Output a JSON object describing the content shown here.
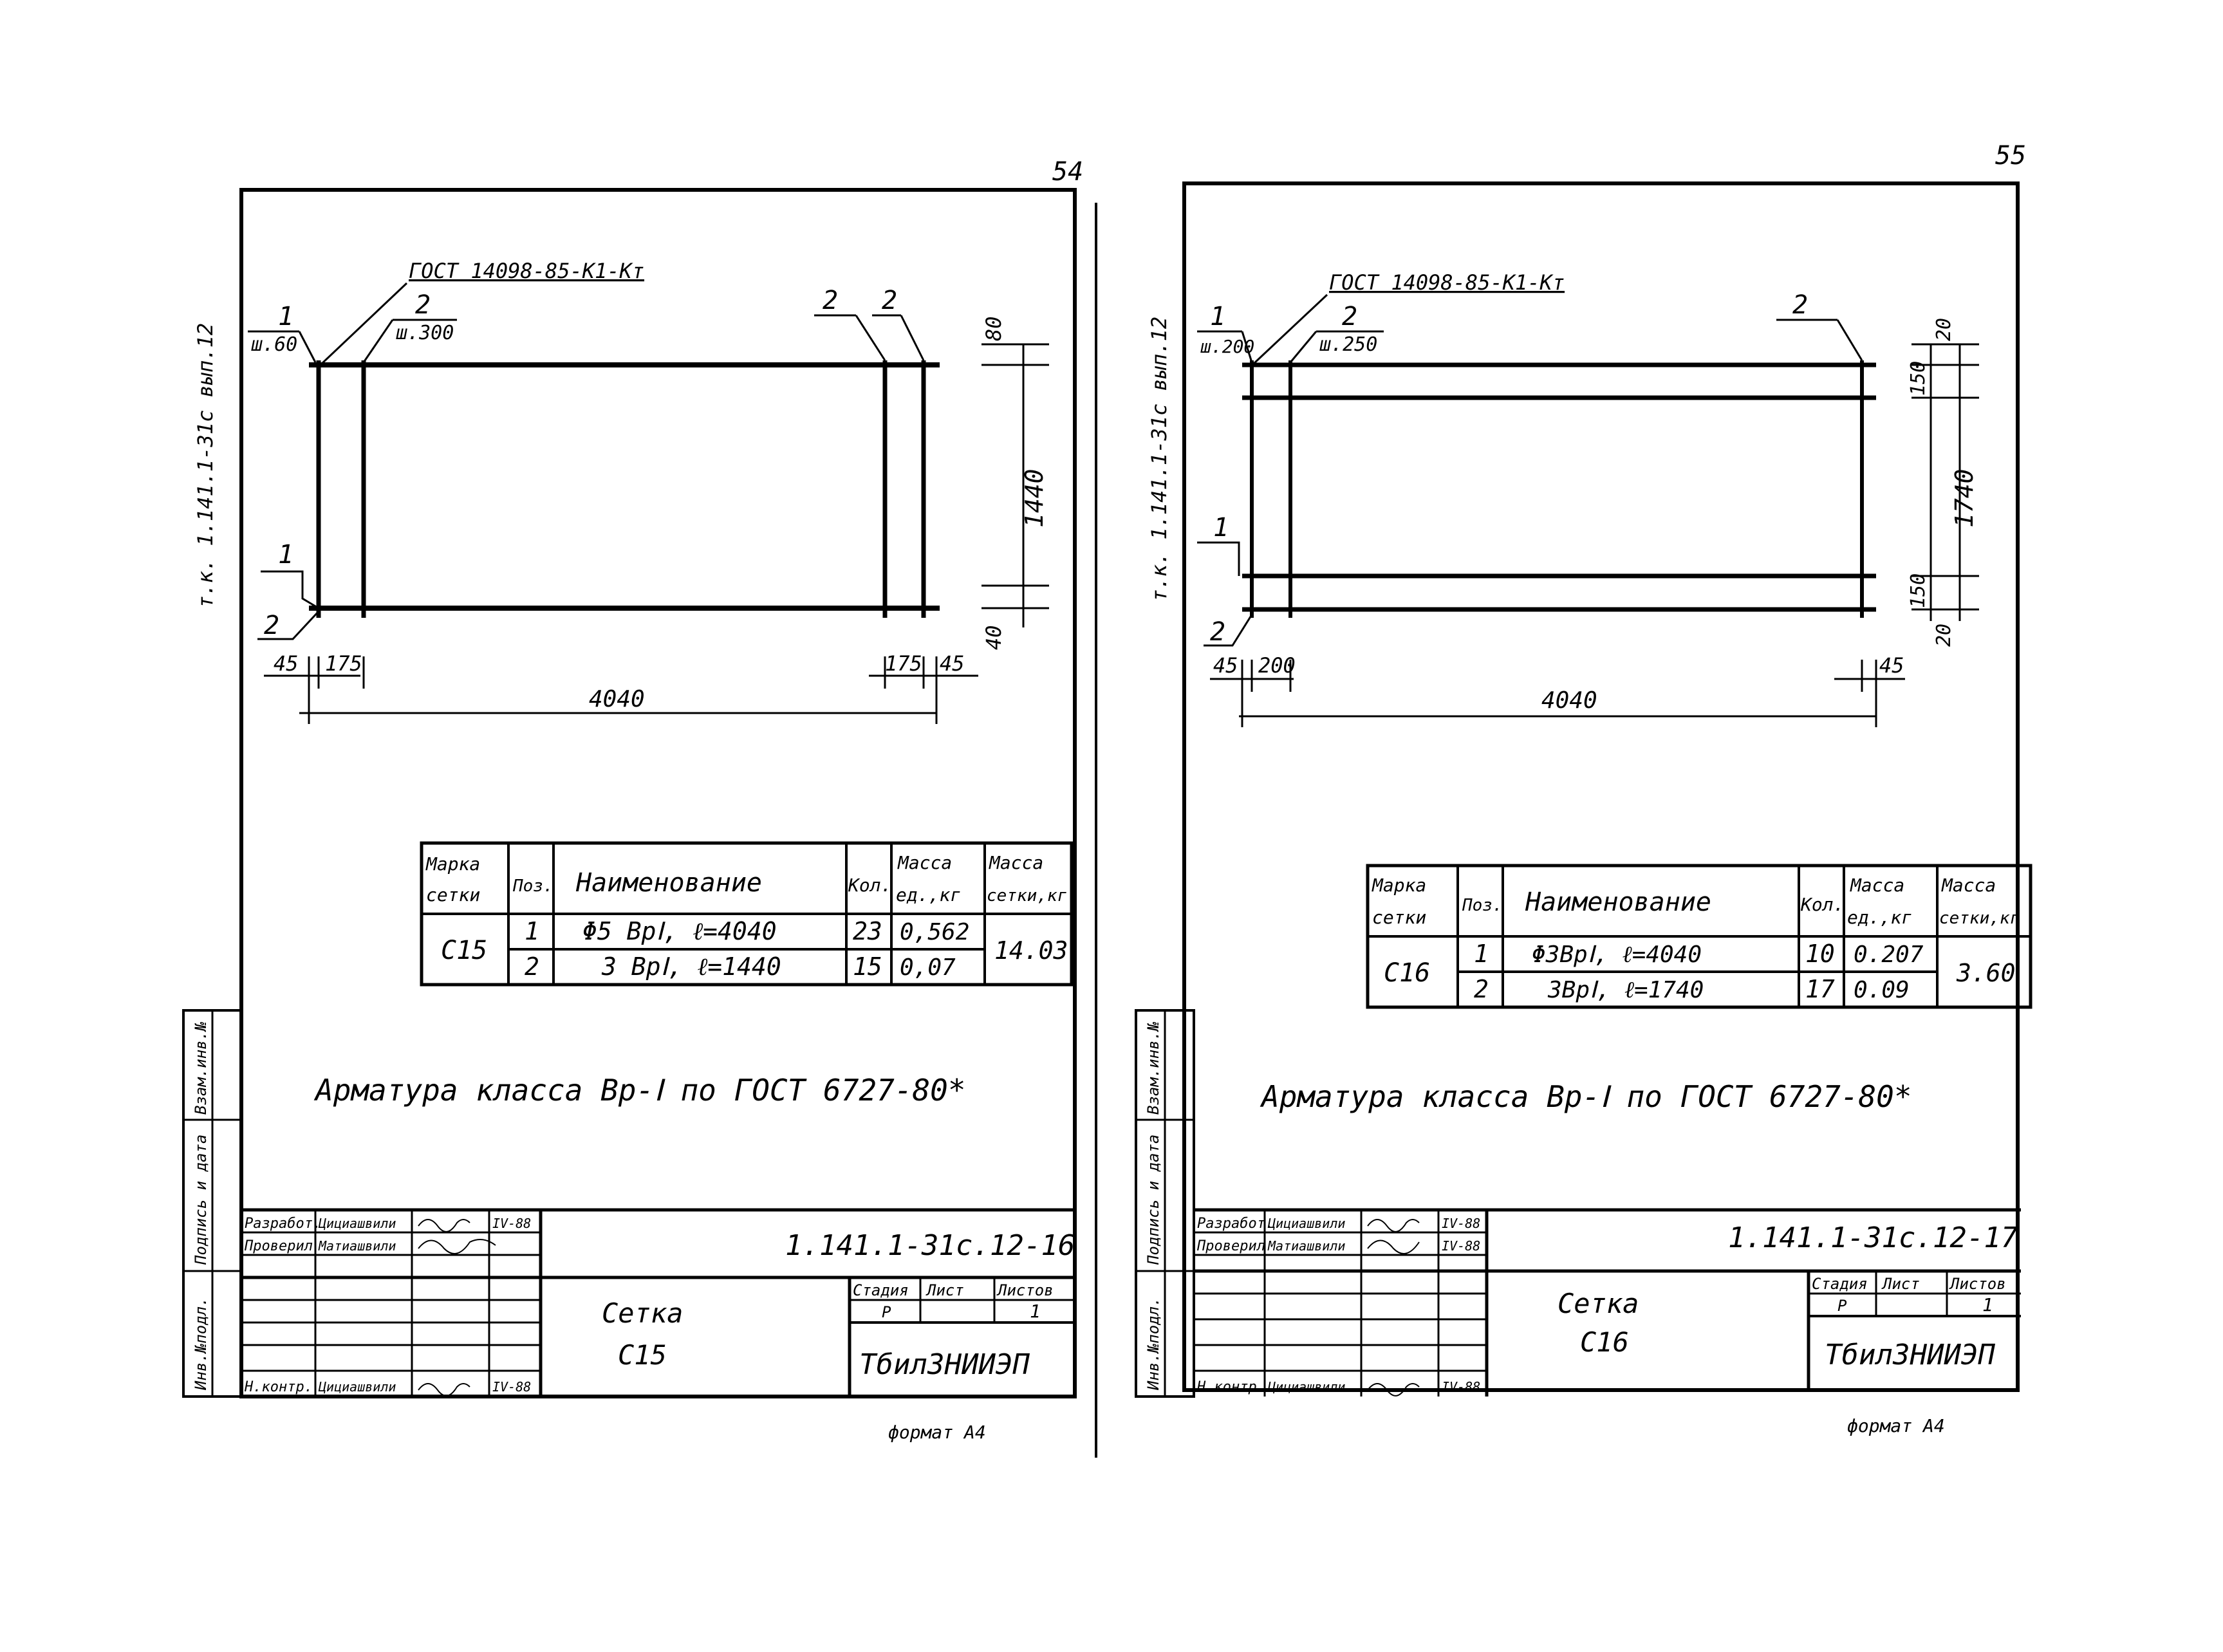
{
  "sheets": [
    {
      "page_number": "54",
      "side_label": "т.к. 1.141.1-31с вып.12",
      "standard_label": "ГОСТ 14098-85-К1-Кт",
      "pos_labels": [
        "1",
        "1",
        "2",
        "2",
        "2",
        "2"
      ],
      "pitch_1": "ш.60",
      "pitch_2": "ш.300",
      "dim_bottom_total": "4040",
      "dim_left": [
        "45",
        "175"
      ],
      "dim_right": [
        "175",
        "45"
      ],
      "dim_vert_total": "1440",
      "dim_vert_top": "80",
      "dim_vert_bottom": "40",
      "table": {
        "headers": [
          "Марка сетки",
          "Поз.",
          "Наименование",
          "Кол.",
          "Масса ед.,кг",
          "Масса сетки,кг"
        ],
        "mark": "С15",
        "rows": [
          {
            "pos": "1",
            "name": "Φ5 ВрⅠ,  ℓ=4040",
            "qty": "23",
            "mass_unit": "0,562"
          },
          {
            "pos": "2",
            "name": "3 ВрⅠ,  ℓ=1440",
            "qty": "15",
            "mass_unit": "0,07"
          }
        ],
        "mass_total": "14.03"
      },
      "note": "Арматура   класса  Вр-Ⅰ  по  ГОСТ 6727-80*",
      "margin_labels": [
        "Инв.№подл.",
        "Подпись и дата",
        "Взам.инв.№"
      ],
      "title_block": {
        "roles": [
          "Разработ.",
          "Проверил",
          "Н.контр."
        ],
        "names": [
          "Цициашвили",
          "Матиашвили",
          "Цициашвили"
        ],
        "dates": [
          "IV-88",
          "",
          "IV-88"
        ],
        "doc_code": "1.141.1-31с.12-16",
        "title_lines": [
          "Сетка",
          "С15"
        ],
        "col_headers": [
          "Стадия",
          "Лист",
          "Листов"
        ],
        "stage": "Р",
        "sheets": "1",
        "org": "ТбилЗНИИЭП"
      },
      "format": "формат А4"
    },
    {
      "page_number": "55",
      "side_label": "т.к. 1.141.1-31с вып.12",
      "standard_label": "ГОСТ 14098-85-К1-Кт",
      "pos_labels": [
        "1",
        "1",
        "2",
        "2",
        "2"
      ],
      "pitch_1": "ш.200",
      "pitch_2": "ш.250",
      "dim_bottom_total": "4040",
      "dim_left": [
        "45",
        "200"
      ],
      "dim_right": [
        "45"
      ],
      "dim_vert_total": "1740",
      "dim_vert_top": [
        "20",
        "150"
      ],
      "dim_vert_bottom": [
        "150",
        "20"
      ],
      "table": {
        "headers": [
          "Марка сетки",
          "Поз.",
          "Наименование",
          "Кол.",
          "Масса ед.,кг",
          "Масса сетки,кг"
        ],
        "mark": "С16",
        "rows": [
          {
            "pos": "1",
            "name": "Φ3ВрⅠ,  ℓ=4040",
            "qty": "10",
            "mass_unit": "0.207"
          },
          {
            "pos": "2",
            "name": "3ВрⅠ,  ℓ=1740",
            "qty": "17",
            "mass_unit": "0.09"
          }
        ],
        "mass_total": "3.60"
      },
      "note": "Арматура  класса  Вр-Ⅰ  по  ГОСТ 6727-80*",
      "margin_labels": [
        "Инв.№подл.",
        "Подпись и дата",
        "Взам.инв.№"
      ],
      "title_block": {
        "roles": [
          "Разработ.",
          "Проверил",
          "Н.контр."
        ],
        "names": [
          "Цициашвили",
          "Матиашвили",
          "Цициашвили"
        ],
        "dates": [
          "IV-88",
          "IV-88",
          "IV-88"
        ],
        "doc_code": "1.141.1-31с.12-17",
        "title_lines": [
          "Сетка",
          "С16"
        ],
        "col_headers": [
          "Стадия",
          "Лист",
          "Листов"
        ],
        "stage": "Р",
        "sheets": "1",
        "org": "ТбилЗНИИЭП"
      },
      "format": "формат А4"
    }
  ]
}
